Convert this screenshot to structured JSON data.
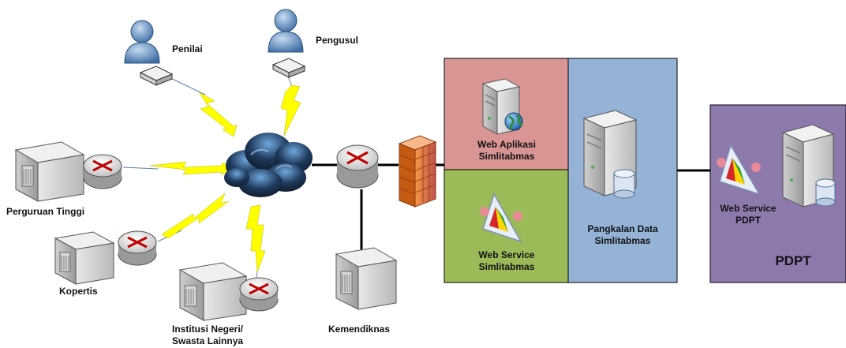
{
  "nodes": {
    "penilai": "Penilai",
    "pengusul": "Pengusul",
    "perguruan_tinggi": "Perguruan Tinggi",
    "kopertis": "Kopertis",
    "institusi_line1": "Institusi Negeri/",
    "institusi_line2": "Swasta Lainnya",
    "kemendiknas": "Kemendiknas"
  },
  "zones": {
    "web_aplikasi_line1": "Web Aplikasi",
    "web_aplikasi_line2": "Simlitabmas",
    "web_service_line1": "Web Service",
    "web_service_line2": "Simlitabmas",
    "pangkalan_line1": "Pangkalan Data",
    "pangkalan_line2": "Simlitabmas",
    "pdpt_ws_line1": "Web Service",
    "pdpt_ws_line2": "PDPT",
    "pdpt_title": "PDPT"
  },
  "colors": {
    "zone_web_aplikasi": "#d99594",
    "zone_web_service": "#9bbb59",
    "zone_pangkalan": "#95b3d7",
    "zone_pdpt": "#8e79ad",
    "lightning": "#ffff00",
    "firewall": "#e46c0a",
    "cloud": "#1f3a5c"
  }
}
